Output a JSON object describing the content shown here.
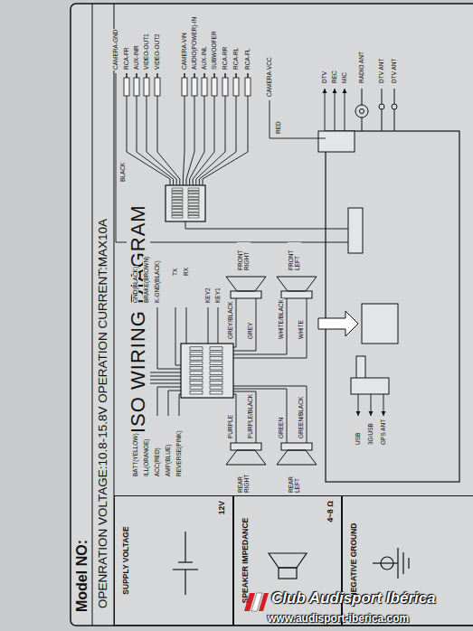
{
  "diagram": {
    "title": "ISO WIRING DIAGRAM",
    "nodes": [
      {
        "text": [
          "SUPPLY VOLTAGE",
          "12V"
        ]
      },
      {
        "text": [
          "SPEAKER IMPEDANCE",
          "4~8 Ω"
        ]
      },
      {
        "text": [
          "NEGATIVE GROUND"
        ]
      }
    ],
    "labels": [
      "Model NO:",
      "OPENRATION VOLTAGE:10.8-15.8V OPERATION CURRENT:MAX10A",
      "CAMERA-GND",
      "RCA-FR",
      "AUX-INR",
      "VIDEO-OUT1",
      "VIDEO-OUT2",
      "BLACK",
      "CAMERA-VIN",
      "AUDIO(POWER)-IN",
      "AUX-INL",
      "SUBWOOFER",
      "RCA-RR",
      "RCA-RL",
      "RCA-FL",
      "CAMERA-VCC",
      "RED",
      "BATT(YELLOW)",
      "ILL(ORANGE)",
      "ACC(RED)",
      "AMP(BLUE)",
      "REVERSE(PINK)",
      "GND(BLACK)",
      "BRAKE(BROWN)",
      "K-GND(BLACK)",
      "TX",
      "RX",
      "KEY2",
      "KEY1",
      "FRONT RIGHT",
      "GREY/BLACK",
      "GREY",
      "FRONT LEFT",
      "WHITE/BLACK",
      "WHITE",
      "REAR RIGHT",
      "PURPLE",
      "PURPLE/BLACK",
      "REAR LEFT",
      "GREEN",
      "GREEN/BLACK",
      "DTV",
      "REC",
      "MIC",
      "RADIO ANT",
      "DTV ANT",
      "DTV ANT",
      "USB",
      "3G/USB",
      "GPS ANT",
      "Club Audisport Ibérica",
      "www.audisport-iberica.com"
    ]
  }
}
